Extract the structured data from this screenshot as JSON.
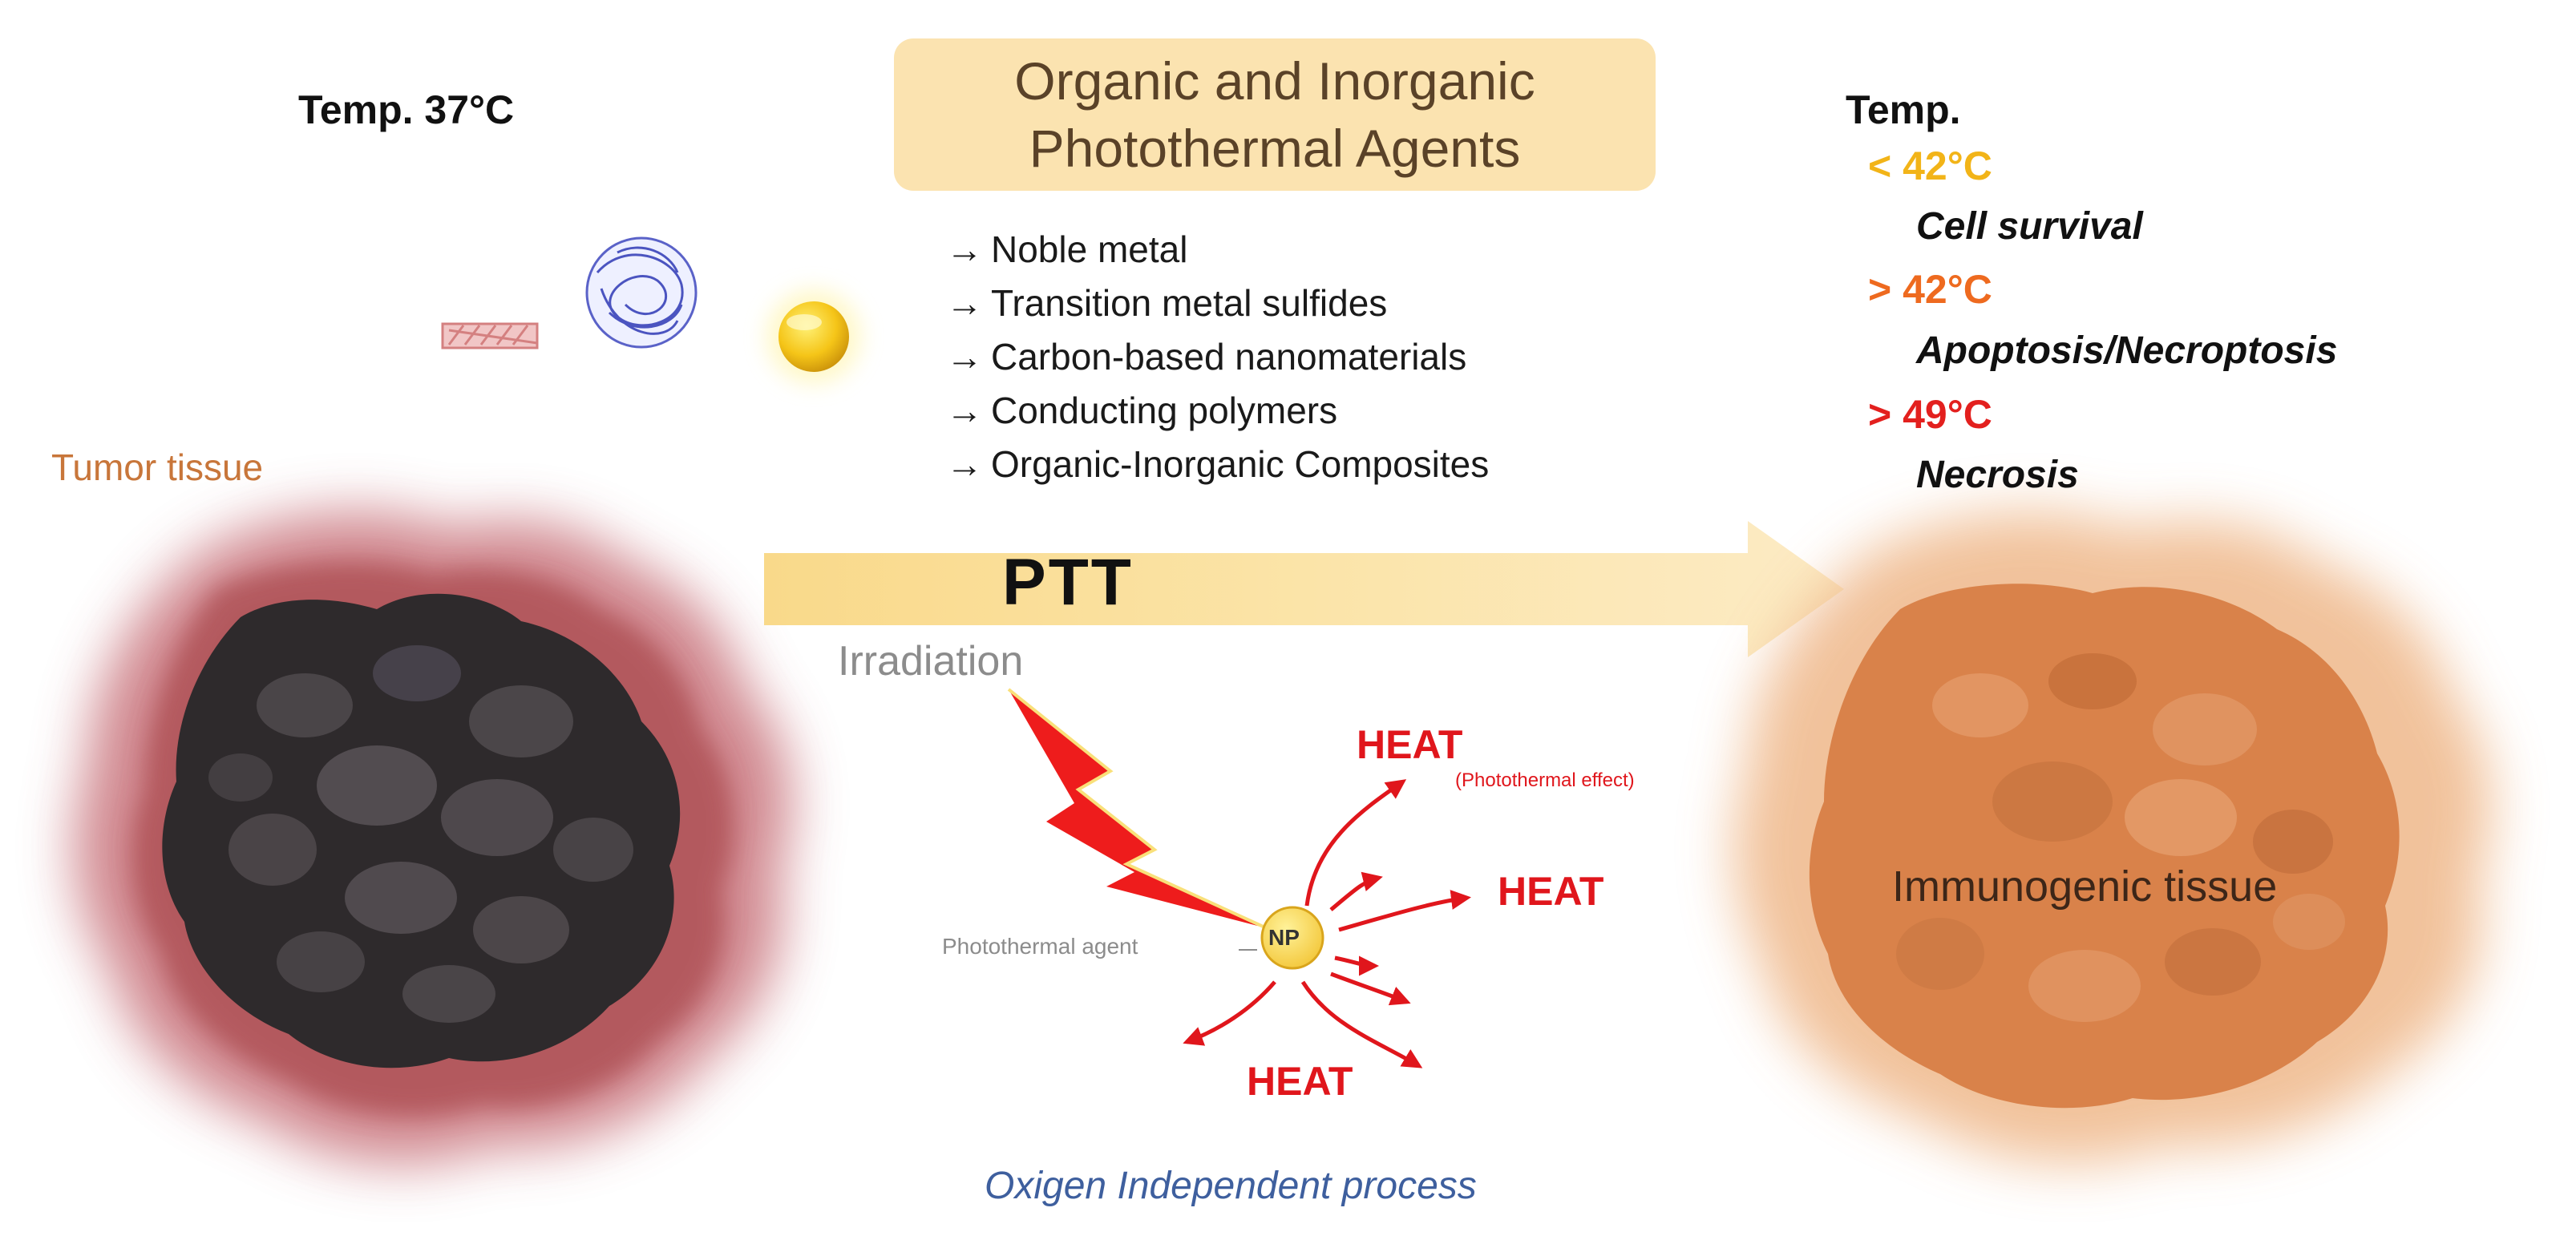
{
  "left": {
    "temperature": "Temp. 37°C",
    "tissue_label": "Tumor tissue"
  },
  "agents": {
    "title_line1": "Organic and Inorganic",
    "title_line2": "Photothermal Agents",
    "items": [
      "Noble metal",
      "Transition metal sulfides",
      "Carbon-based nanomaterials",
      "Conducting polymers",
      "Organic-Inorganic Composites"
    ]
  },
  "right": {
    "temperature": "Temp.",
    "thresholds": [
      {
        "value": "< 42°C",
        "outcome": "Cell survival",
        "color": "#f2b418"
      },
      {
        "value": "> 42°C",
        "outcome": "Apoptosis/Necroptosis",
        "color": "#ee6a1f"
      },
      {
        "value": "> 49°C",
        "outcome": "Necrosis",
        "color": "#e3201e"
      }
    ],
    "tissue_label": "Immunogenic tissue"
  },
  "process": {
    "therapy_label": "PTT",
    "irradiation_label": "Irradiation",
    "heat_label": "HEAT",
    "effect_label": "(Photothermal effect)",
    "agent_label": "Photothermal agent",
    "np_label": "NP",
    "footer": "Oxigen Independent process"
  },
  "colors": {
    "tumor_glow": "#c8727a",
    "tumor_dark": "#2e2a2c",
    "immuno_orange": "#d9824a",
    "arrow_yellow": "#fbe3a6",
    "heat_red": "#e0161c",
    "title_box": "#fbe3b0"
  }
}
